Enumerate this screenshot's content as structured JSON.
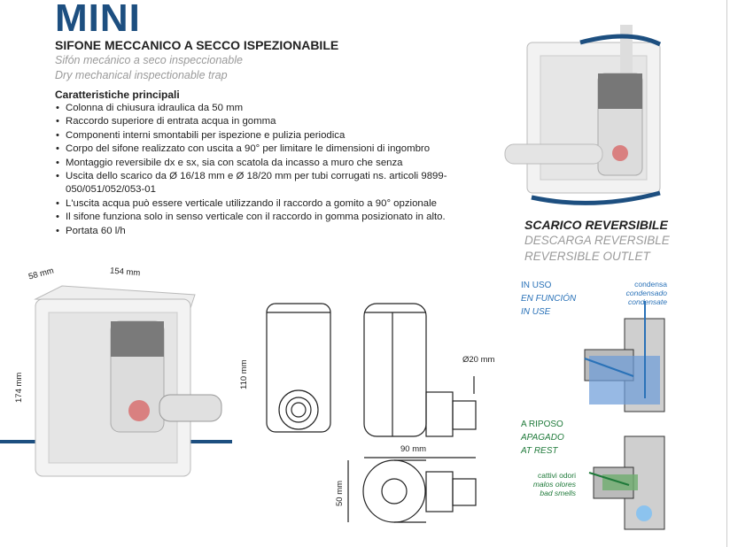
{
  "header": {
    "title": "MINI",
    "subtitle": "SIFONE MECCANICO A SECCO ISPEZIONABILE",
    "subtitle_es": "Sifón mecánico a seco inspeccionable",
    "subtitle_en": "Dry mechanical inspectionable trap"
  },
  "features": {
    "heading": "Caratteristiche principali",
    "items": [
      "Colonna di chiusura idraulica da 50 mm",
      "Raccordo superiore di entrata acqua in gomma",
      "Componenti interni smontabili per ispezione e pulizia periodica",
      "Corpo del sifone realizzato con uscita a 90° per limitare le dimensioni di ingombro",
      "Montaggio reversibile dx e sx, sia con scatola da incasso a muro che senza",
      "Uscita dello scarico da Ø 16/18 mm e Ø 18/20 mm per tubi corrugati ns. articoli 9899-050/051/052/053-01",
      "L'uscita acqua può essere verticale utilizzando il raccordo a gomito a 90° opzionale",
      "Il sifone funziona solo in senso verticale con il raccordo in gomma posizionato in alto.",
      "Portata 60 l/h"
    ]
  },
  "dimensions": {
    "depth": "58 mm",
    "width": "154 mm",
    "height": "174 mm",
    "trap_height": "110 mm",
    "outlet_diameter": "Ø20 mm",
    "trap_width": "90 mm",
    "trap_depth": "50 mm"
  },
  "reversible": {
    "it": "SCARICO REVERSIBILE",
    "es": "DESCARGA REVERSIBLE",
    "en": "REVERSIBLE OUTLET"
  },
  "in_use": {
    "it": "IN USO",
    "es": "EN FUNCIÓN",
    "en": "IN USE",
    "flow_it": "condensa",
    "flow_es": "condensado",
    "flow_en": "condensate"
  },
  "at_rest": {
    "it": "A RIPOSO",
    "es": "APAGADO",
    "en": "AT REST",
    "smell_it": "cattivi odori",
    "smell_es": "malos olores",
    "smell_en": "bad smells"
  }
}
